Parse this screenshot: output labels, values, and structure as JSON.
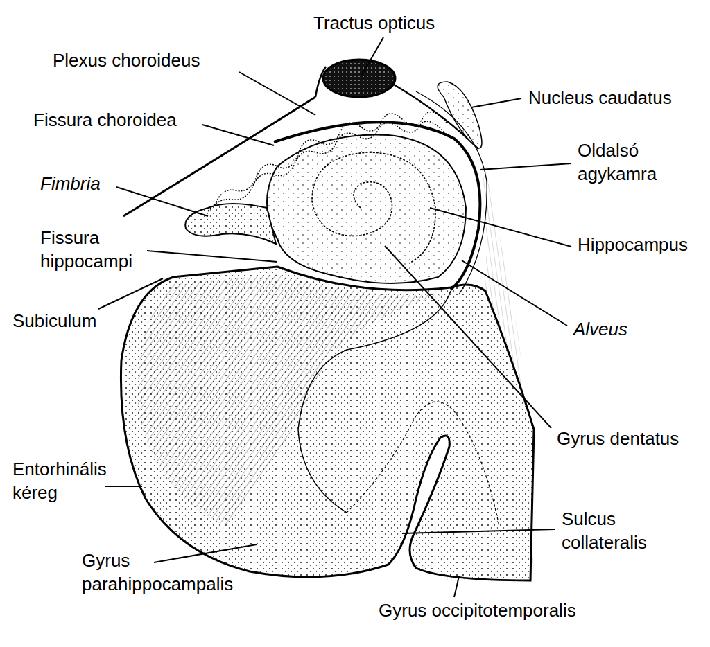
{
  "diagram": {
    "labels": [
      "Tractus opticus",
      "Plexus choroideus",
      "Nucleus caudatus",
      "Fissura choroidea",
      "Oldalsó agykamra",
      "Fimbria",
      "Fissura hippocampi",
      "Hippocampus",
      "Subiculum",
      "Alveus",
      "Gyrus dentatus",
      "Entorhinális kéreg",
      "Sulcus collateralis",
      "Gyrus parahippocampalis",
      "Gyrus occipitotemporalis"
    ]
  }
}
